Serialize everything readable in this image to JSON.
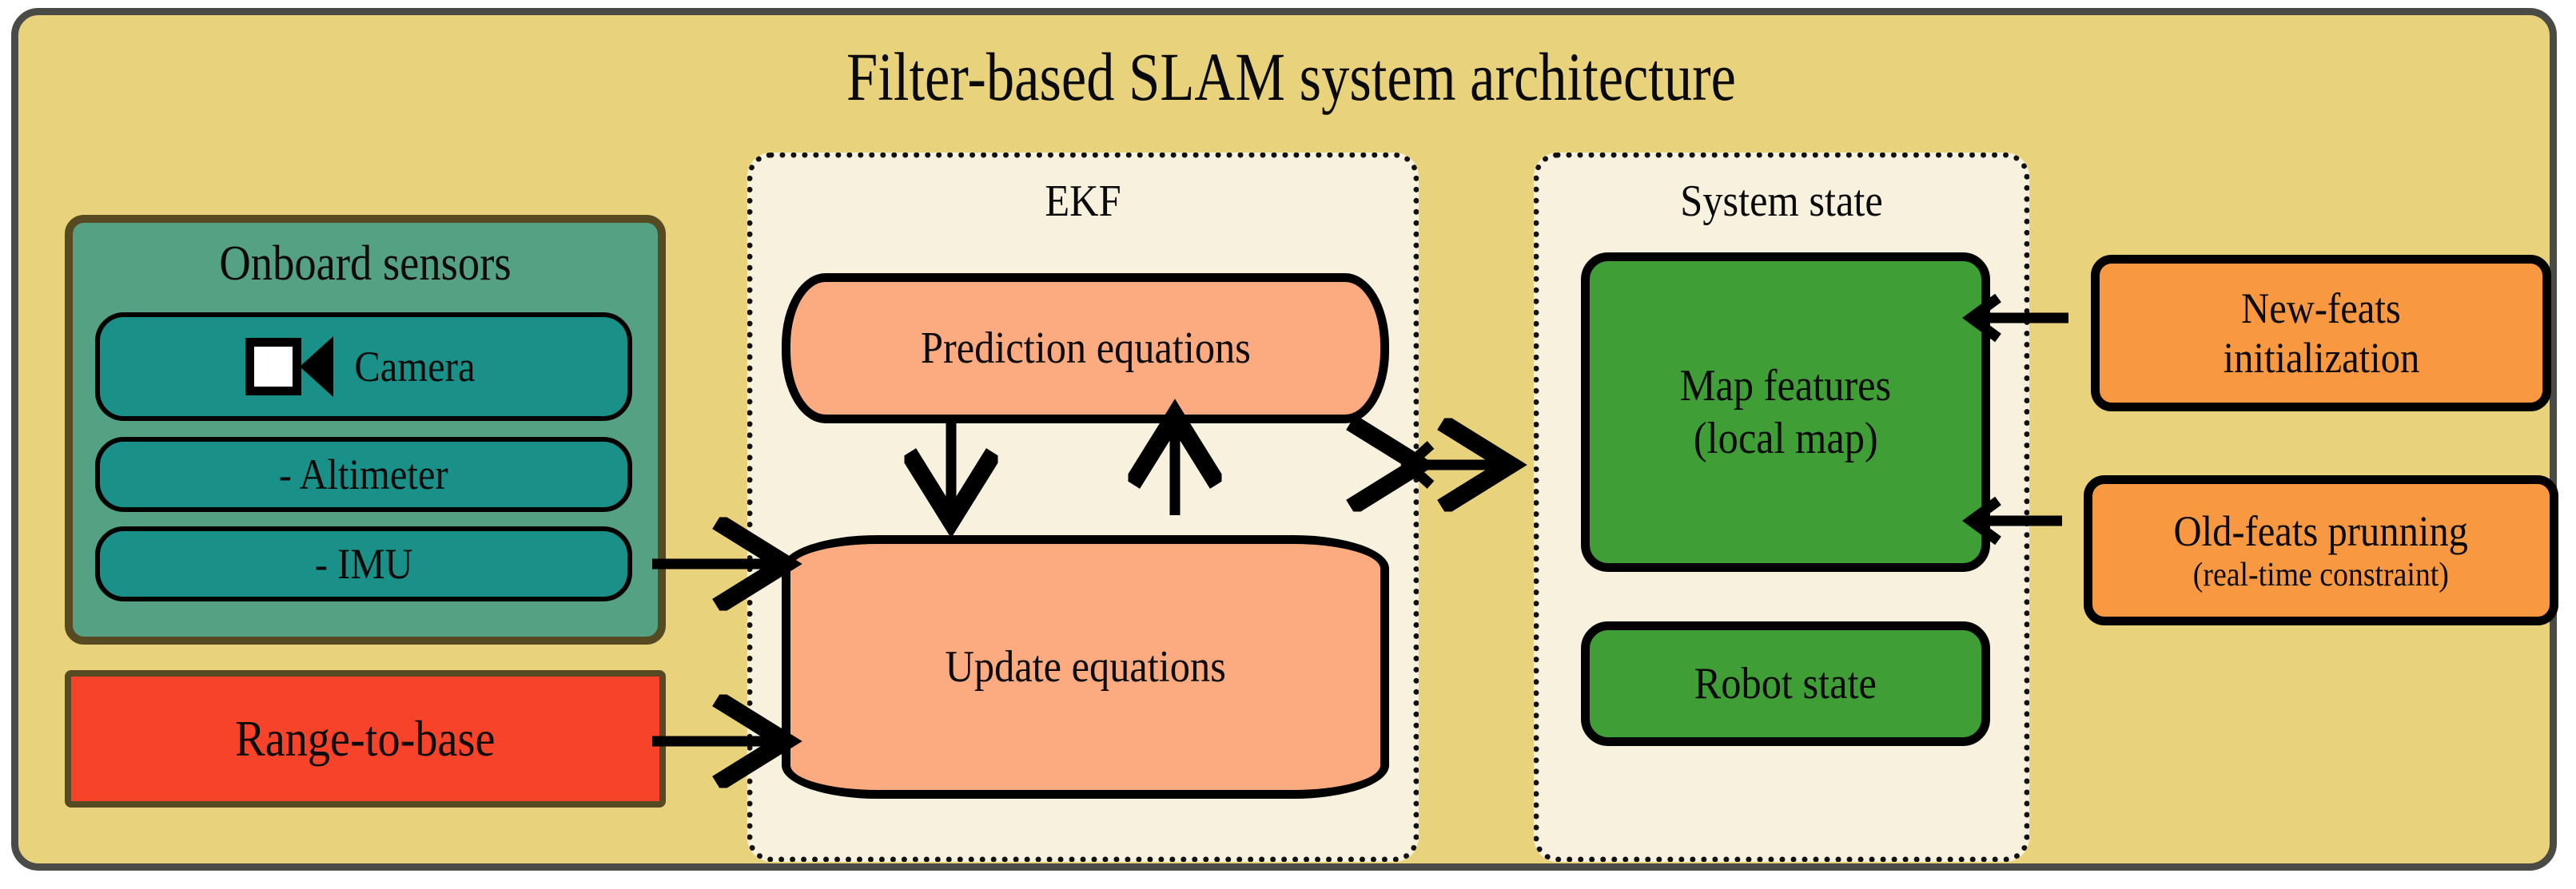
{
  "title": "Filter-based SLAM system architecture",
  "sensors": {
    "group_label": "Onboard sensors",
    "items": [
      {
        "label": "Camera",
        "icon": "camera-icon"
      },
      {
        "label": "- Altimeter",
        "icon": ""
      },
      {
        "label": "- IMU",
        "icon": ""
      }
    ]
  },
  "range_to_base": {
    "label": "Range-to-base"
  },
  "ekf": {
    "panel_label": "EKF",
    "prediction": "Prediction equations",
    "update": "Update equations"
  },
  "system_state": {
    "panel_label": "System state",
    "map_features_line1": "Map features",
    "map_features_line2": "(local map)",
    "robot_state": "Robot state"
  },
  "feature_ops": {
    "new_feats_line1": "New-feats",
    "new_feats_line2": "initialization",
    "old_feats_line1": "Old-feats prunning",
    "old_feats_sub": "(real-time constraint)"
  },
  "colors": {
    "canvas": "#e8d27c",
    "frame_border": "#4a4a47",
    "panel_fill": "#f7f1dd",
    "sensor_group": "#54a183",
    "sensor_group_border": "#554a22",
    "sensor_item": "#199188",
    "range_box": "#f7432a",
    "equation_box": "#fcab80",
    "state_box": "#3f9e35",
    "feature_box": "#f89840",
    "stroke": "#000000"
  }
}
